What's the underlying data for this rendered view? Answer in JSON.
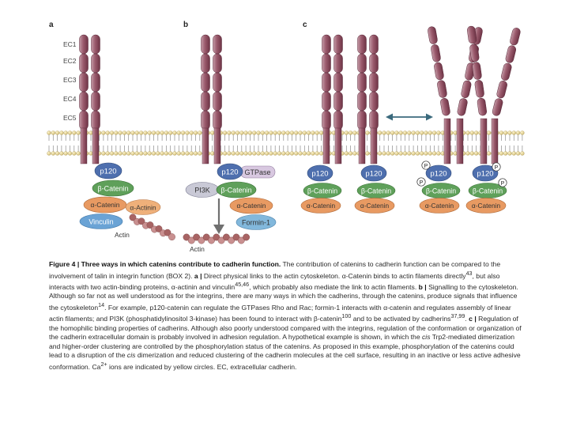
{
  "panels": {
    "a": {
      "letter": "a",
      "ec_labels": [
        "EC1",
        "EC2",
        "EC3",
        "EC4",
        "EC5"
      ],
      "proteins": {
        "p120": "p120",
        "beta_catenin": "β-Catenin",
        "alpha_catenin": "α-Catenin",
        "alpha_actinin": "α-Actinin",
        "vinculin": "Vinculin",
        "actin": "Actin"
      }
    },
    "b": {
      "letter": "b",
      "proteins": {
        "p120": "p120",
        "gtpase": "GTPase",
        "pi3k": "PI3K",
        "beta_catenin": "β-Catenin",
        "alpha_catenin": "α-Catenin",
        "formin": "Formin-1",
        "actin": "Actin"
      }
    },
    "c": {
      "letter": "c",
      "p120": "p120",
      "beta_catenin": "β-Catenin",
      "alpha_catenin": "α-Catenin",
      "phospho": "P"
    }
  },
  "caption": {
    "fig_label": "Figure 4 |",
    "title": "Three ways in which catenins contribute to cadherin function.",
    "p1": "The contribution of catenins to cadherin function can be compared to the involvement of talin in integrin function (BOX 2).",
    "a_label": "a |",
    "a_text": "Direct physical links to the actin cytoskeleton. α-Catenin binds to actin filaments directly",
    "ref43": "43",
    "a_text2": ", but also interacts with two actin-binding proteins, α-actinin and vinculin",
    "ref4546": "45,46",
    "a_text3": ", which probably also mediate the link to actin filaments.",
    "b_label": "b |",
    "b_text": "Signalling to the cytoskeleton. Although so far not as well understood as for the integrins, there are many ways in which the cadherins, through the catenins, produce signals that influence the cytoskeleton",
    "ref14": "14",
    "b_text2": ". For example, p120-catenin can regulate the GTPases Rho and Rac; formin-1 interacts with α-catenin and regulates assembly of linear actin filaments; and PI3K (phosphatidylinositol 3-kinase) has been found to interact with β-catenin",
    "ref100": "100",
    "b_text3": " and to be activated by cadherins",
    "ref3799": "37,99",
    "b_text4": ".",
    "c_label": "c |",
    "c_text": "Regulation of the homophilic binding properties of cadherins. Although also poorly understood compared with the integrins, regulation of the conformation or organization of the cadherin extracellular domain is probably involved in adhesion regulation. A hypothetical example is shown, in which the",
    "cis": "cis",
    "c_text2": "Trp2-mediated dimerization and higher-order clustering are controlled by the phosphorylation status of the catenins. As proposed in this example, phosphorylation of the catenins could lead to a disruption of the",
    "cis2": "cis",
    "c_text3": "dimerization and reduced clustering of the cadherin molecules at the cell surface, resulting in an inactive or less active adhesive conformation. Ca",
    "sup2plus": "2+",
    "c_text4": " ions are indicated by yellow circles. EC, extracellular cadherin."
  },
  "colors": {
    "cadherin": "#8a4a5c",
    "cadherin_light": "#b98a96",
    "membrane_bead": "#e6d79c",
    "membrane_tail": "#8c8c8c",
    "p120": "#4e6fae",
    "beta_catenin": "#5fa05a",
    "alpha_catenin": "#e89a62",
    "alpha_actinin": "#efb07a",
    "vinculin": "#6aa3d5",
    "actin": "#b47878",
    "pi3k": "#c9c9d6",
    "gtpase": "#d8c8e0",
    "formin": "#82b8dc",
    "arrow_grey": "#707070",
    "arrow_teal": "#3b6a7d",
    "ca_ion": "#f2e27a"
  }
}
